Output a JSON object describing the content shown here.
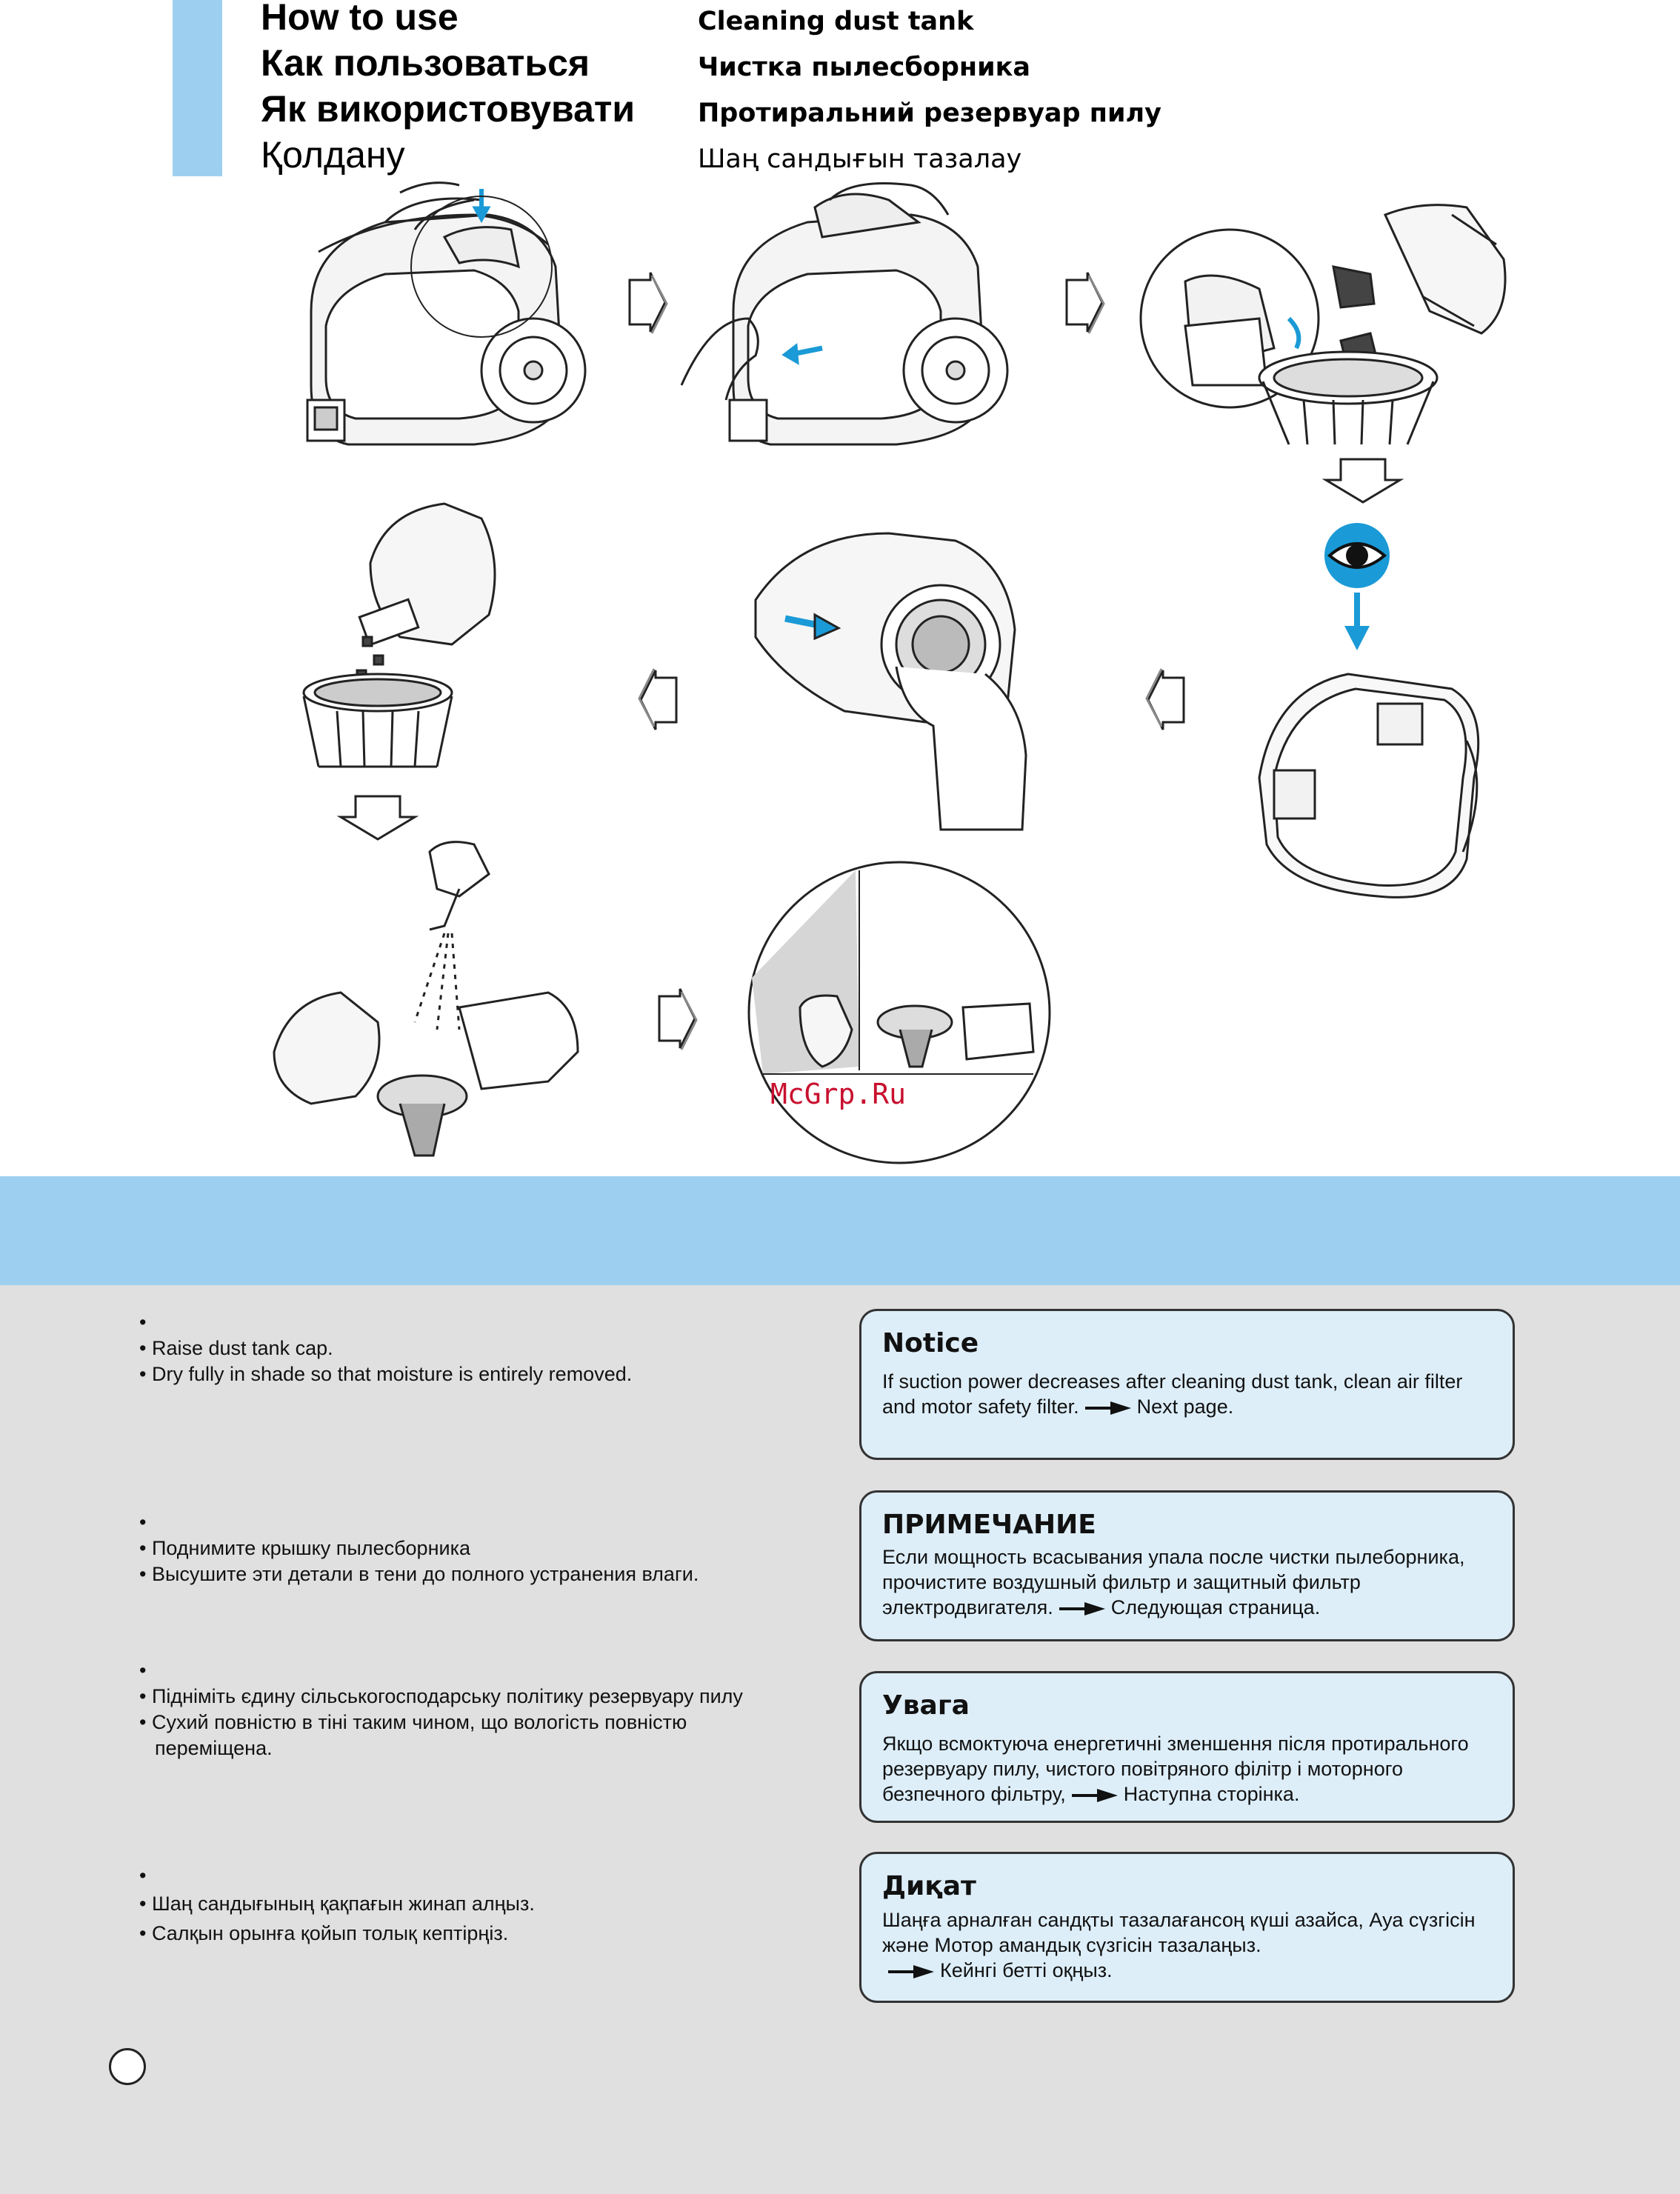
{
  "header": {
    "titles": [
      "How to use",
      "Как пользоваться",
      "Як використовувати",
      "Қолдану"
    ],
    "subtitles": [
      "Cleaning dust tank",
      "Чистка пылесборника",
      "Протиральний резервуар пилу",
      "Шаң  сандығын  тазалау"
    ]
  },
  "watermark": "McGrp.Ru",
  "instructions": [
    {
      "lines": [
        "Raise dust tank cap.",
        "Dry fully in shade so that moisture is entirely removed."
      ]
    },
    {
      "lines": [
        "Поднимите крышку пылесборника",
        "Высушите эти детали в тени до полного устранения влаги."
      ]
    },
    {
      "lines": [
        "Підніміть єдину сільськогосподарську політику резервуару пилу",
        "Сухий повністю в тіні таким чином, що вологість повністю переміщена."
      ]
    },
    {
      "lines": [
        "Шаң  сандығының  қақпағын  жинап  алңыз.",
        "Салқын  орынға  қойып  толық  кептірңіз."
      ]
    }
  ],
  "notices": [
    {
      "title": "Notice",
      "text_before": "If suction power decreases after cleaning dust tank, clean air filter and motor safety filter.",
      "text_after": "Next page."
    },
    {
      "title": "ПРИМЕЧАНИЕ",
      "text_before": "Если мощность всасывания упала после чистки пылеборника, прочистите воздушный фильтр и защитный фильтр электродвигателя.",
      "text_after": "Следующая страница."
    },
    {
      "title": "Увага",
      "text_before": "Якщо всмоктуюча енергетичні зменшення після протирального резервуару пилу, чистого повітряного філітр і моторного безпечного фільтру,",
      "text_after": "Наступна сторінка."
    },
    {
      "title": "Диқат",
      "text_before": "Шаңға  арналған  сандқты  тазалағансоң  күші  азайса,  Ауа сүзгісін  және  Мотор  амандық  сүзгісін  тазалаңыз.",
      "text_after": "Кейнгі  бетті  оқңыз."
    }
  ],
  "colors": {
    "accent_blue": "#9dd0f0",
    "notice_bg": "#ddeef9",
    "gray_bg": "#e0e0e0",
    "arrow_blue": "#1a9ad6",
    "watermark_red": "#c8102e"
  }
}
